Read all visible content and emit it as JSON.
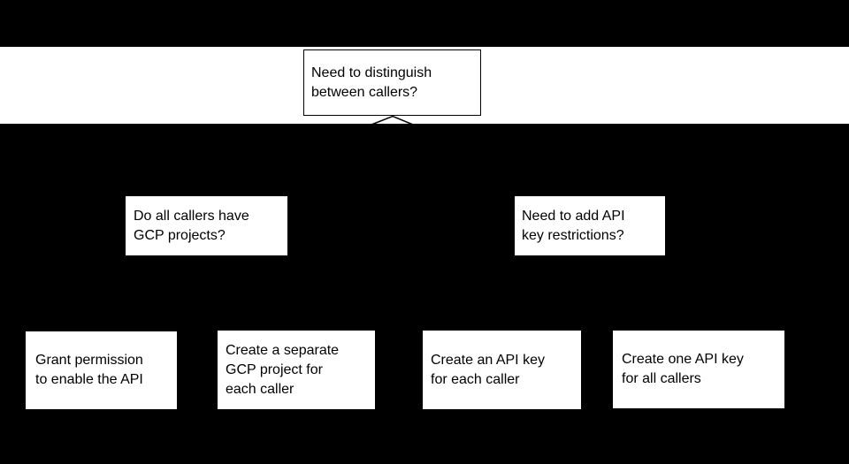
{
  "diagram": {
    "colors": {
      "background": "#000000",
      "band": "#ffffff",
      "box_fill": "#ffffff",
      "box_border": "#000000",
      "text": "#000000",
      "connector": "#000000"
    },
    "nodes": {
      "root": {
        "text": "Need to distinguish\nbetween callers?"
      },
      "branch_left": {
        "text": "Do all callers have\nGCP projects?"
      },
      "branch_right": {
        "text": "Need to add API\nkey restrictions?"
      },
      "leaf_grant_permission": {
        "text": "Grant permission\nto enable the API"
      },
      "leaf_separate_project": {
        "text": "Create a separate\nGCP project for\neach caller"
      },
      "leaf_key_per_caller": {
        "text": "Create an API key\nfor each caller"
      },
      "leaf_one_key": {
        "text": "Create one API key\nfor all callers"
      }
    }
  }
}
